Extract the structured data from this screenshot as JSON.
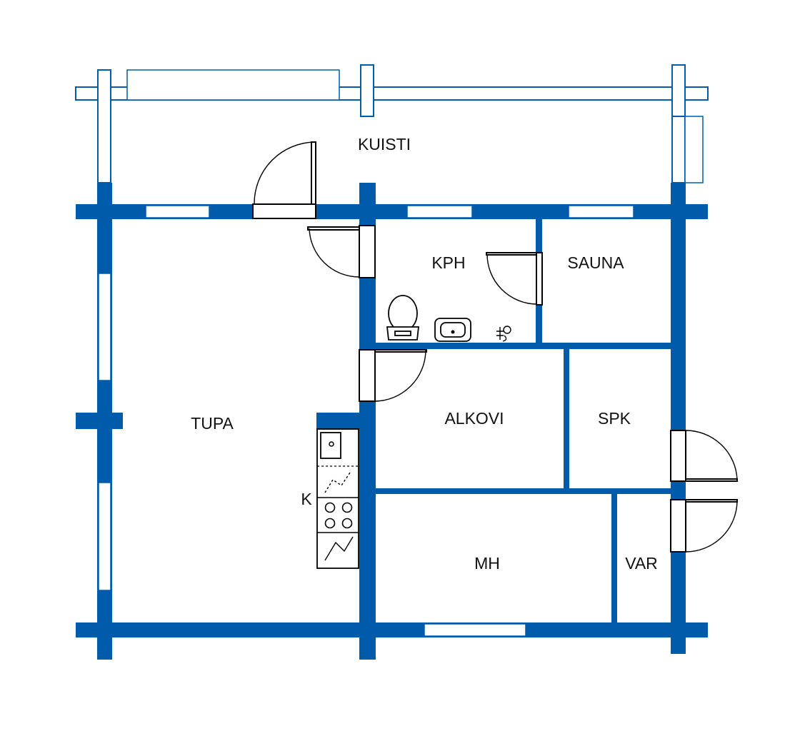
{
  "floorplan": {
    "wall_color": "#005cab",
    "rooms": {
      "kuisti": "KUISTI",
      "kph": "KPH",
      "sauna": "SAUNA",
      "tupa": "TUPA",
      "alkovi": "ALKOVI",
      "spk": "SPK",
      "k": "K",
      "mh": "MH",
      "var": "VAR"
    }
  }
}
